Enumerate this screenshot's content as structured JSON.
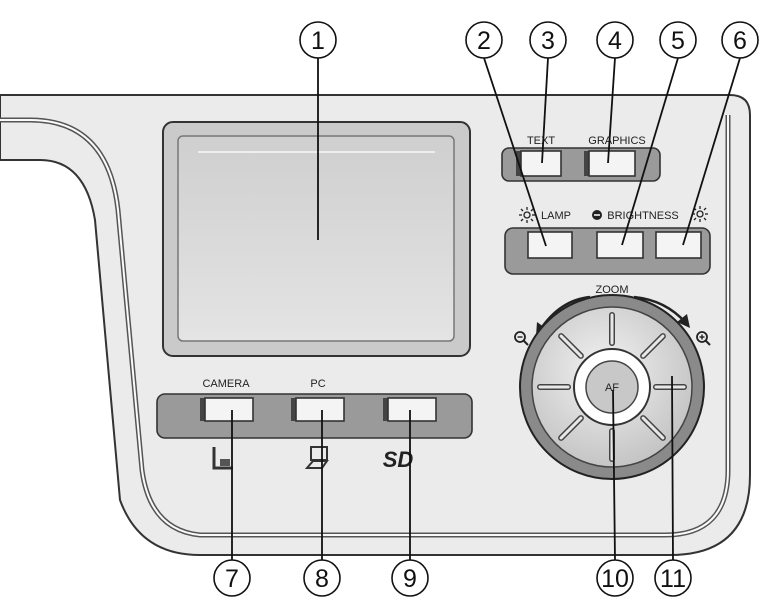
{
  "labels": {
    "text": "TEXT",
    "graphics": "GRAPHICS",
    "lamp": "LAMP",
    "brightness": "BRIGHTNESS",
    "zoom": "ZOOM",
    "af": "AF",
    "camera": "CAMERA",
    "pc": "PC",
    "sd": "SD"
  },
  "callouts": [
    "1",
    "2",
    "3",
    "4",
    "5",
    "6",
    "7",
    "8",
    "9",
    "10",
    "11"
  ],
  "colors": {
    "panel": "#ebebeb",
    "screen": "#d6d6d6",
    "button": "#f4f4f4",
    "outline": "#333333",
    "dark": "#444444"
  },
  "icons": {
    "lamp": "sun-icon",
    "brightness_minus": "minus-circle-icon",
    "brightness_plus": "sun-icon",
    "zoom_out": "zoom-out-icon",
    "zoom_in": "zoom-in-icon",
    "camera": "camera-icon",
    "pc": "computer-icon",
    "sd": "sd-card-icon"
  }
}
